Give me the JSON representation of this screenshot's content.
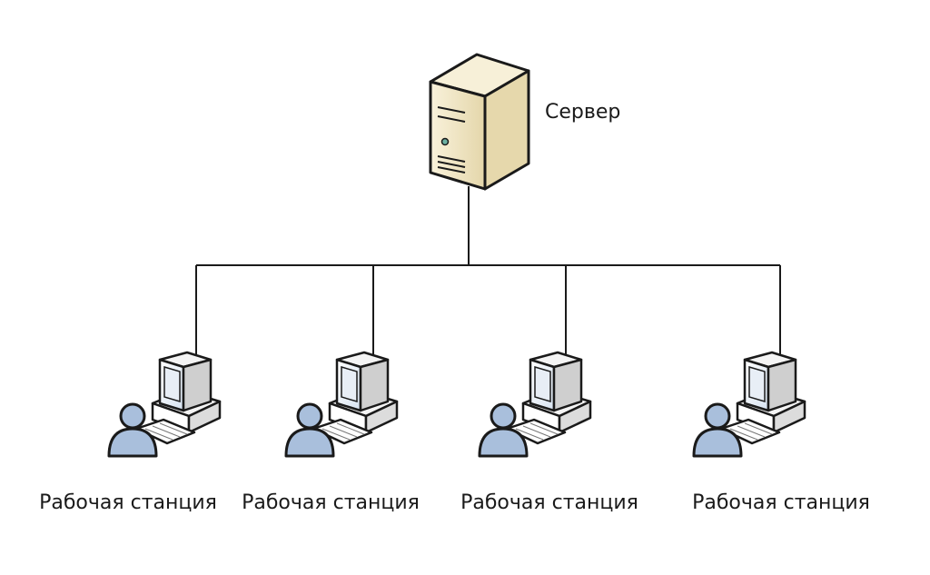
{
  "diagram": {
    "server": {
      "label": "Сервер",
      "icon": "server-tower-icon"
    },
    "workstations": [
      {
        "label": "Рабочая станция",
        "icon": "workstation-user-icon"
      },
      {
        "label": "Рабочая станция",
        "icon": "workstation-user-icon"
      },
      {
        "label": "Рабочая станция",
        "icon": "workstation-user-icon"
      },
      {
        "label": "Рабочая станция",
        "icon": "workstation-user-icon"
      }
    ],
    "colors": {
      "line": "#1a1a1a",
      "server_body": "#efe6c8",
      "server_top": "#f7f0d8",
      "user": "#a9bfdc",
      "computer": "#ffffff"
    }
  }
}
